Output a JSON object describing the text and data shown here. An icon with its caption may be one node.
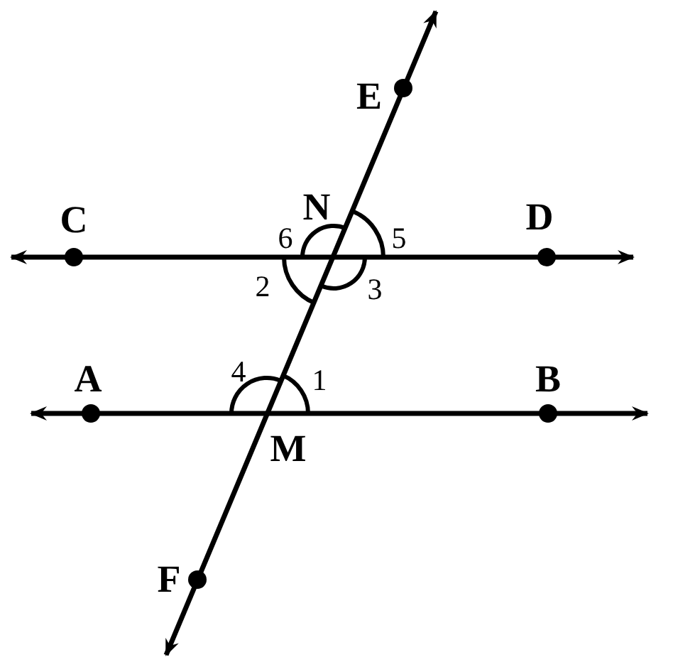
{
  "diagram": {
    "labels": [
      "E",
      "N",
      "C",
      "6",
      "5",
      "D",
      "2",
      "3",
      "A",
      "4",
      "1",
      "B",
      "M",
      "F"
    ]
  }
}
